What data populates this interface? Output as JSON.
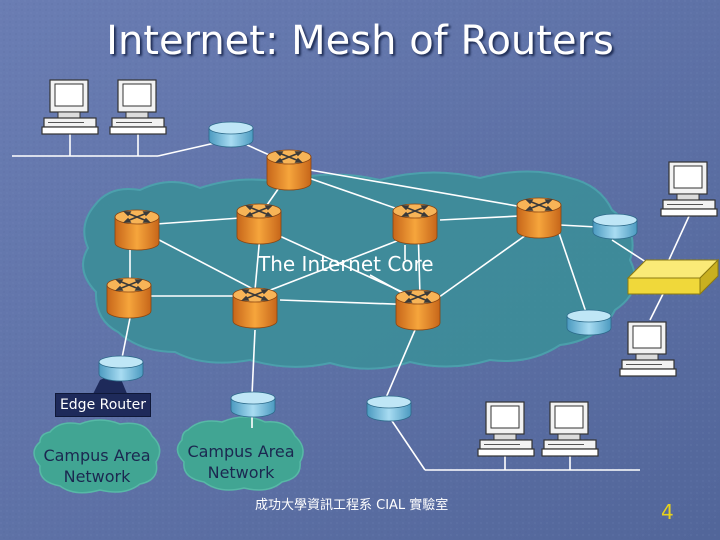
{
  "slide": {
    "title": "Internet: Mesh of Routers",
    "core_label": "The Internet Core",
    "edge_router_label": "Edge Router",
    "campus_left": [
      "Campus Area",
      "Network"
    ],
    "campus_right": [
      "Campus Area",
      "Network"
    ],
    "footer": "成功大學資訊工程系 CIAL 實驗室",
    "page_number": "4"
  },
  "colors": {
    "background": "#5f73a8",
    "core_cloud": "#3d8d98",
    "campus_cloud": "#40a592",
    "core_router": "#f29a2e",
    "edge_router": "#7ec3e3",
    "link": "#ffffff",
    "switch": "#f5e041",
    "footer_text": "#ffffff",
    "page_number": "#e8d21c"
  },
  "icons": {
    "core_router": "core-router-icon",
    "edge_router": "edge-router-icon",
    "computer": "desktop-computer-icon",
    "switch": "switch-icon"
  }
}
